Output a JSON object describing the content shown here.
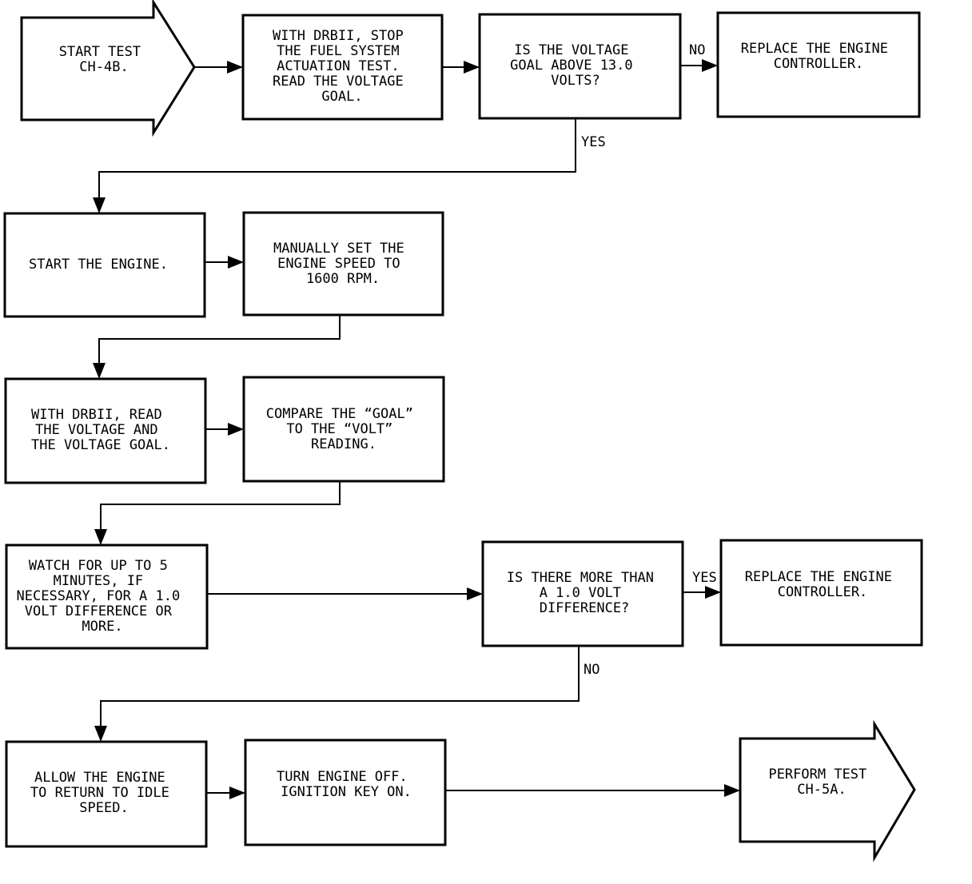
{
  "nodes": {
    "start": {
      "lines": [
        "START TEST",
        "CH-4B."
      ]
    },
    "stop_fuel_test": {
      "lines": [
        "WITH DRBII, STOP",
        "THE FUEL SYSTEM",
        "ACTUATION TEST.",
        "READ THE VOLTAGE",
        "GOAL."
      ]
    },
    "voltage_goal_decision": {
      "lines": [
        "IS THE VOLTAGE",
        "GOAL ABOVE 13.0",
        "VOLTS?"
      ]
    },
    "replace_controller_1": {
      "lines": [
        "REPLACE THE ENGINE",
        "CONTROLLER."
      ]
    },
    "start_engine": {
      "lines": [
        "START THE ENGINE."
      ]
    },
    "set_speed": {
      "lines": [
        "MANUALLY SET THE",
        "ENGINE SPEED TO",
        "1600 RPM."
      ]
    },
    "read_voltage": {
      "lines": [
        "WITH DRBII, READ",
        "THE VOLTAGE AND",
        "THE VOLTAGE GOAL."
      ]
    },
    "compare": {
      "lines": [
        "COMPARE THE “GOAL”",
        "TO THE “VOLT”",
        "READING."
      ]
    },
    "watch": {
      "lines": [
        "WATCH FOR UP TO 5",
        "MINUTES, IF",
        "NECESSARY, FOR A 1.0",
        "VOLT DIFFERENCE OR",
        "MORE."
      ]
    },
    "difference_decision": {
      "lines": [
        "IS THERE MORE THAN",
        "A 1.0 VOLT",
        "DIFFERENCE?"
      ]
    },
    "replace_controller_2": {
      "lines": [
        "REPLACE THE ENGINE",
        "CONTROLLER."
      ]
    },
    "idle": {
      "lines": [
        "ALLOW THE ENGINE",
        "TO RETURN TO IDLE",
        "SPEED."
      ]
    },
    "engine_off": {
      "lines": [
        "TURN ENGINE OFF.",
        "IGNITION KEY ON."
      ]
    },
    "perform": {
      "lines": [
        "PERFORM TEST",
        "CH-5A."
      ]
    }
  },
  "edge_labels": {
    "goal_no": "NO",
    "goal_yes": "YES",
    "diff_yes": "YES",
    "diff_no": "NO"
  }
}
